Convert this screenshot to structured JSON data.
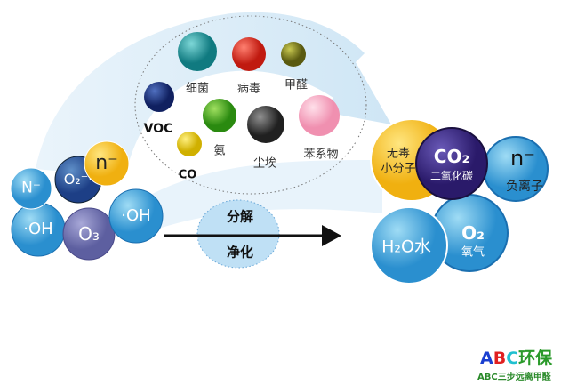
{
  "sources": {
    "n_ion_left": "N⁻",
    "superoxide": "O₂⁻·",
    "neg_ion": "n⁻",
    "hydroxyl_1": "·OH",
    "ozone": "O₃",
    "hydroxyl_2": "·OH"
  },
  "pollutants": {
    "bacteria": "细菌",
    "virus": "病毒",
    "formaldehyde": "甲醛",
    "voc": "VOC",
    "ammonia": "氨",
    "dust": "尘埃",
    "benzene": "苯系物",
    "co": "CO"
  },
  "process": {
    "decompose": "分解",
    "purify": "净化"
  },
  "products": {
    "nontoxic": "无毒",
    "small_molecule": "小分子",
    "co2": "CO₂",
    "co2_name": "二氧化碳",
    "neg_ion": "n⁻",
    "neg_ion_name": "负离子",
    "water": "H₂O水",
    "o2": "O₂",
    "o2_name": "氧气"
  },
  "logo": {
    "brand_a": "A",
    "brand_b": "B",
    "brand_c": "C",
    "brand_rest": "环保",
    "tagline": "ABC三步远离甲醛"
  },
  "colors": {
    "brand_a": "#1a3fd0",
    "brand_b": "#e02020",
    "brand_c": "#20c0d0",
    "brand_green": "#2a9a2a"
  }
}
